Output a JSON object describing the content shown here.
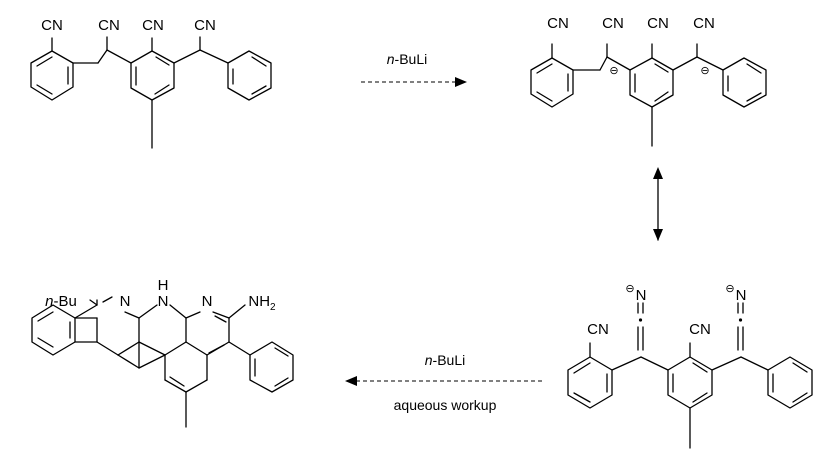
{
  "labels": {
    "cn": "CN",
    "n": "N",
    "h": "H",
    "nh2_main": "NH",
    "nh2_sub": "2",
    "nbu": "n-Bu",
    "minus": "⊖"
  },
  "reagents": {
    "step1": {
      "italic": "n",
      "rest": "-BuLi"
    },
    "step2": {
      "italic": "n",
      "rest": "-BuLi",
      "line2": "aqueous workup"
    }
  }
}
